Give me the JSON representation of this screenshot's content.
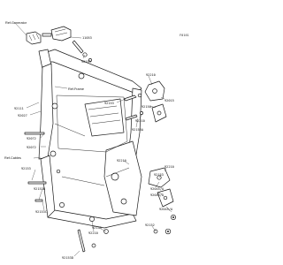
{
  "diagram": {
    "code": "F0161",
    "references": {
      "ref_generator": "Ref.Generator",
      "ref_frame": "Ref.Frame",
      "ref_cables": "Ref.Cables"
    },
    "part_numbers": {
      "p11053": "11053",
      "p92153_top": "92153",
      "p92111": "92111",
      "p92027": "92027",
      "p92210_top": "92210",
      "p92015": "92015",
      "p92150": "92150",
      "p92153_mid": "92153",
      "p92210_mid": "92210",
      "p92153a": "92153A",
      "p92072_a": "92072",
      "p92072_b": "92072",
      "p92153_left": "92153",
      "p92210_low": "92210",
      "p92210_right": "92210",
      "p92153_right": "92153",
      "p92045a_1": "92045/A",
      "p92045a_2": "92045/A",
      "p92045a_3": "92045/A",
      "p92153b": "92153B",
      "p92153c": "92153C",
      "p92210_bottom": "92210",
      "p92153_bottom": "92153",
      "p92153d": "92153D",
      "p92152": "92152"
    }
  }
}
